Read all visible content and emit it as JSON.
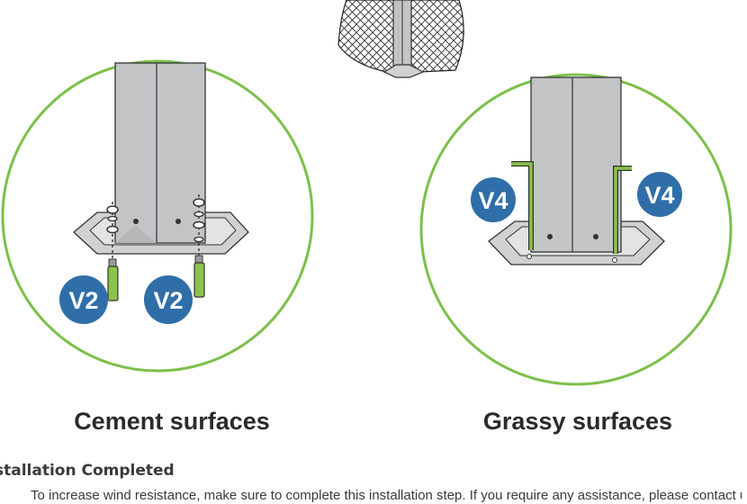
{
  "figure": {
    "captions": {
      "cement": "Cement surfaces",
      "grassy": "Grassy surfaces"
    },
    "badges": {
      "anchor_bolt": "V2",
      "ground_peg": "V4"
    },
    "colors": {
      "circle_outline": "#7cc04b",
      "badge_fill": "#2f6ea8",
      "post_fill": "#c2c4c6",
      "base_plate": "#cfd1d3",
      "bolt_green": "#8bc34a"
    }
  },
  "section": {
    "heading": "stallation Completed",
    "body": "To increase wind resistance, make sure to complete this installation step. If you require any assistance, please contact us by email"
  }
}
